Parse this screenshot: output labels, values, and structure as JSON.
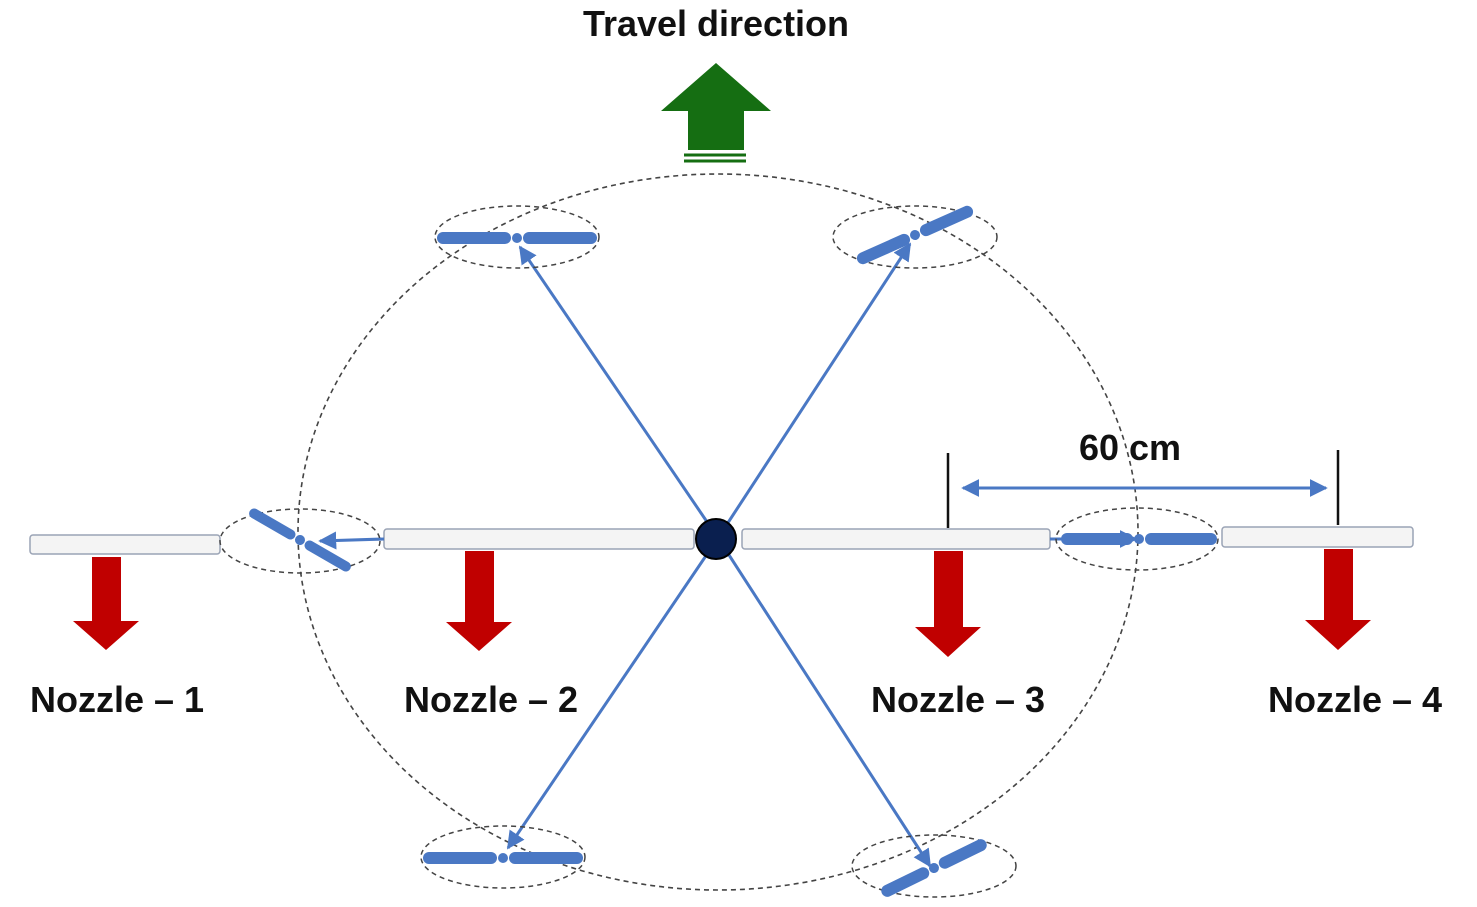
{
  "diagram": {
    "title": "Travel direction",
    "spacing_label": "60 cm",
    "nozzles": [
      {
        "label": "Nozzle – 1"
      },
      {
        "label": "Nozzle – 2"
      },
      {
        "label": "Nozzle – 3"
      },
      {
        "label": "Nozzle – 4"
      }
    ]
  },
  "colors": {
    "travel_arrow": "#156e12",
    "flow_arrow": "#c00000",
    "rotor": "#4a78c4",
    "hub": "#0a1f4f",
    "boom_fill": "#f4f4f4",
    "boom_stroke": "#9aa3b5",
    "dashed": "#444444"
  },
  "icons": {
    "travel": "up-arrow-icon",
    "flow": "down-arrow-icon",
    "rotor": "propeller-icon"
  }
}
